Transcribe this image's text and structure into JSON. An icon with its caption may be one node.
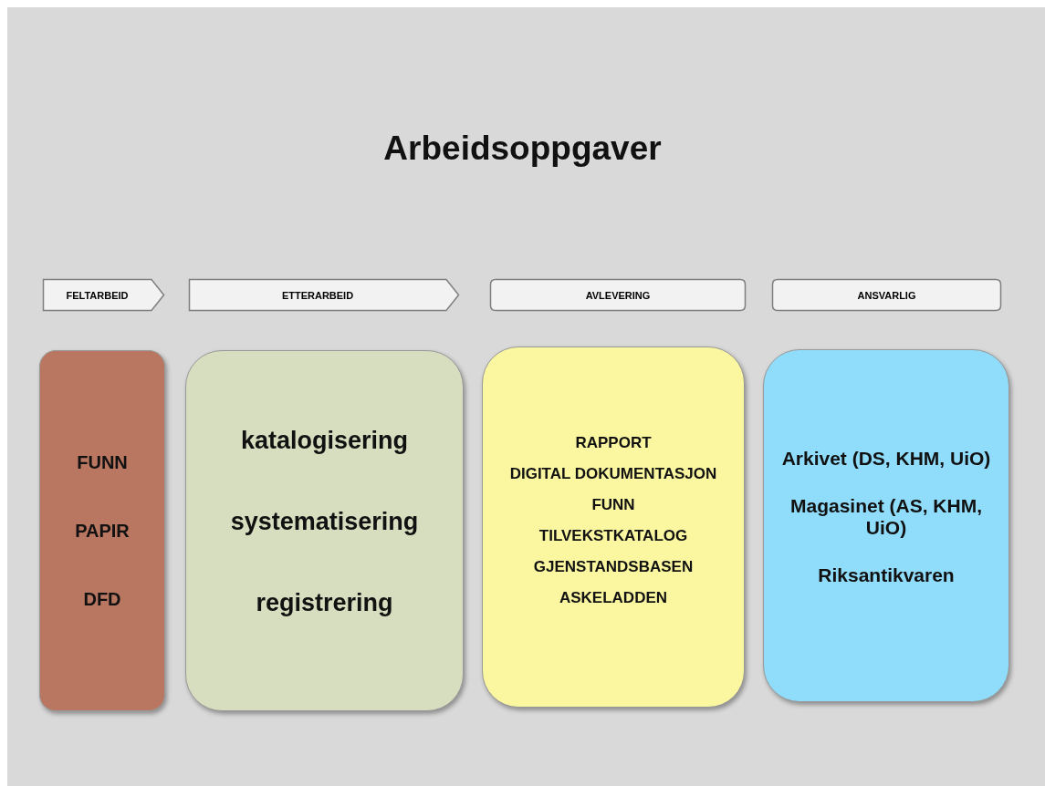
{
  "diagram": {
    "title": "Arbeidsoppgaver",
    "nodes": [
      {
        "text": [
          "FELTARBEID"
        ]
      },
      {
        "text": [
          "ETTERARBEID"
        ]
      },
      {
        "text": [
          "AVLEVERING"
        ]
      },
      {
        "text": [
          "ANSVARLIG"
        ]
      },
      {
        "text": [
          "FUNN",
          "PAPIR",
          "DFD"
        ]
      },
      {
        "text": [
          "katalogisering",
          "systematisering",
          "registrering"
        ]
      },
      {
        "text": [
          "RAPPORT",
          "DIGITAL DOKUMENTASJON",
          "FUNN",
          "TILVEKSTKATALOG",
          "GJENSTANDSBASEN",
          "ASKELADDEN"
        ]
      },
      {
        "text": [
          "Arkivet (DS, KHM, UiO)",
          "Magasinet (AS, KHM, UiO)",
          "Riksantikvaren"
        ]
      }
    ]
  }
}
